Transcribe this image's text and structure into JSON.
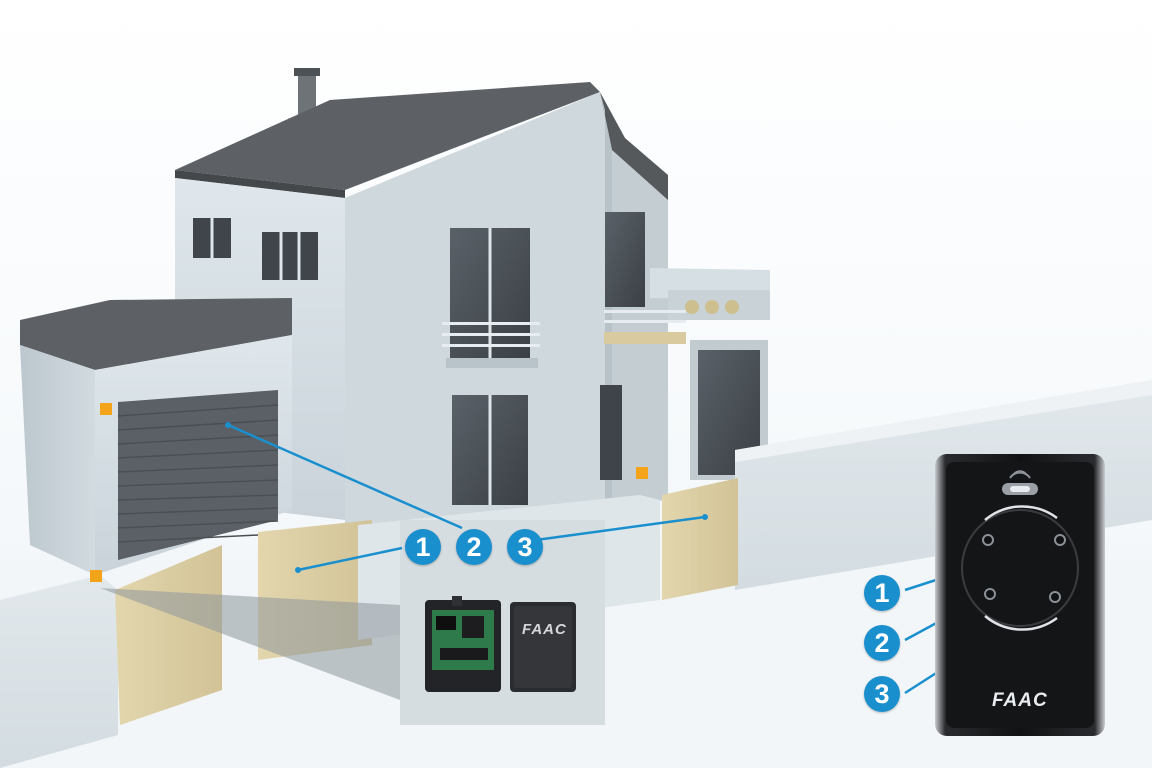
{
  "scene": {
    "labels": [
      "1",
      "2",
      "3"
    ],
    "receiver_brand": "FAAC",
    "remote": {
      "brand": "FAAC",
      "button_labels": [
        "1",
        "2",
        "3"
      ]
    }
  },
  "colors": {
    "accent_blue": "#1a8fce",
    "wall": "#dbe3e8",
    "roof": "#5d6165",
    "gate": "#d9cb9f",
    "remote_body": "#1b1b1d"
  }
}
